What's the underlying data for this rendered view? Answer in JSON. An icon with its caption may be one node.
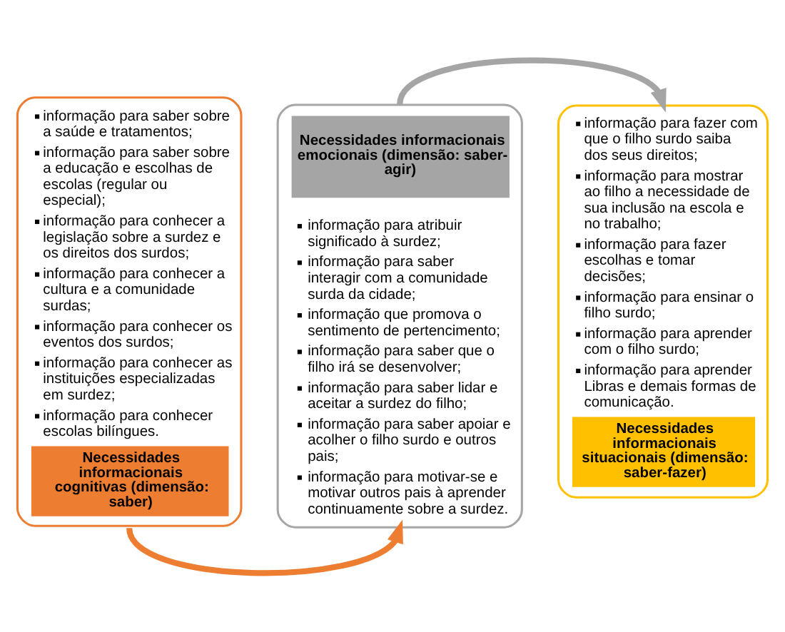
{
  "diagram": {
    "nodes": [
      {
        "text": [
          "informação para saber sobre a saúde e tratamentos;",
          "informação para saber sobre a educação e escolhas de escolas (regular ou especial);",
          "informação para conhecer a legislação sobre a surdez e os direitos dos surdos;",
          "informação para conhecer a cultura e a comunidade surdas;",
          "informação para conhecer os eventos dos surdos;",
          "informação para conhecer as instituições especializadas em surdez;",
          "informação para conhecer escolas bilíngues.",
          "Necessidades informacionais cognitivas (dimensão: saber)"
        ]
      },
      {
        "text": [
          "Necessidades informacionais emocionais (dimensão: saber- agir)",
          "informação para atribuir significado à surdez;",
          "informação para saber interagir com a comunidade surda da cidade;",
          "informação que promova o sentimento de pertencimento;",
          "informação para saber que o filho irá se desenvolver;",
          "informação para saber lidar e aceitar a surdez do filho;",
          "informação para saber apoiar e acolher o filho surdo e outros pais;",
          "informação para motivar-se e motivar outros pais à aprender continuamente sobre a surdez."
        ]
      },
      {
        "text": [
          "informação para fazer com que o filho surdo saiba dos seus direitos;",
          "informação para mostrar ao filho a necessidade de sua inclusão na escola e no trabalho;",
          "informação para fazer escolhas e tomar decisões;",
          "informação para ensinar o filho surdo;",
          "informação para aprender com o filho surdo;",
          "informação para aprender Libras e demais formas de comunicação.",
          "Necessidades informacionais situacionais (dimensão: saber-fazer)"
        ]
      }
    ],
    "edges": [
      {
        "from": 0,
        "to": 1,
        "arrow": "to",
        "color": "#ed7d31"
      },
      {
        "from": 1,
        "to": 2,
        "arrow": "to",
        "color": "#a5a5a5"
      }
    ]
  }
}
